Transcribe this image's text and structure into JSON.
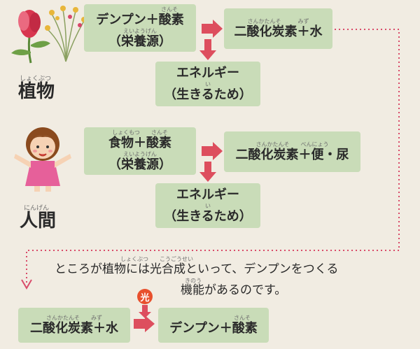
{
  "colors": {
    "box": "#c9dcb8",
    "arrow": "#dd4e5e",
    "dotted": "#d94c6a",
    "badge": "#e8502d"
  },
  "plant": {
    "label_ruby": "しょくぶつ",
    "label": "植物",
    "input_box": {
      "ruby1": "さんそ",
      "line1": "デンプン＋酸素",
      "ruby2": "えいようげん",
      "line2": "（栄養源）"
    },
    "output_box": {
      "ruby": "さんかたんそ　　　みず",
      "line": "二酸化炭素＋水"
    },
    "energy_box": {
      "line1": "エネルギー",
      "ruby": "い",
      "line2": "（生きるため）"
    }
  },
  "human": {
    "label_ruby": "にんげん",
    "label": "人間",
    "input_box": {
      "ruby1": "しょくもつ　　さんそ",
      "line1": "食物＋酸素",
      "ruby2": "えいようげん",
      "line2": "（栄養源）"
    },
    "output_box": {
      "ruby": "さんかたんそ　　べんにょう",
      "line": "二酸化炭素＋便・尿"
    },
    "energy_box": {
      "line1": "エネルギー",
      "ruby": "い",
      "line2": "（生きるため）"
    }
  },
  "note": {
    "ruby1": "しょくぶつ　　こうごうせい",
    "line1": "ところが植物には光合成といって、デンプンをつくる",
    "ruby2": "きのう",
    "line2": "機能があるのです。"
  },
  "light_badge": "光",
  "photosynthesis": {
    "input_box": {
      "ruby": "さんかたんそ　　みず",
      "line": "二酸化炭素＋水"
    },
    "output_box": {
      "ruby": "さんそ",
      "line": "デンプン＋酸素"
    }
  }
}
